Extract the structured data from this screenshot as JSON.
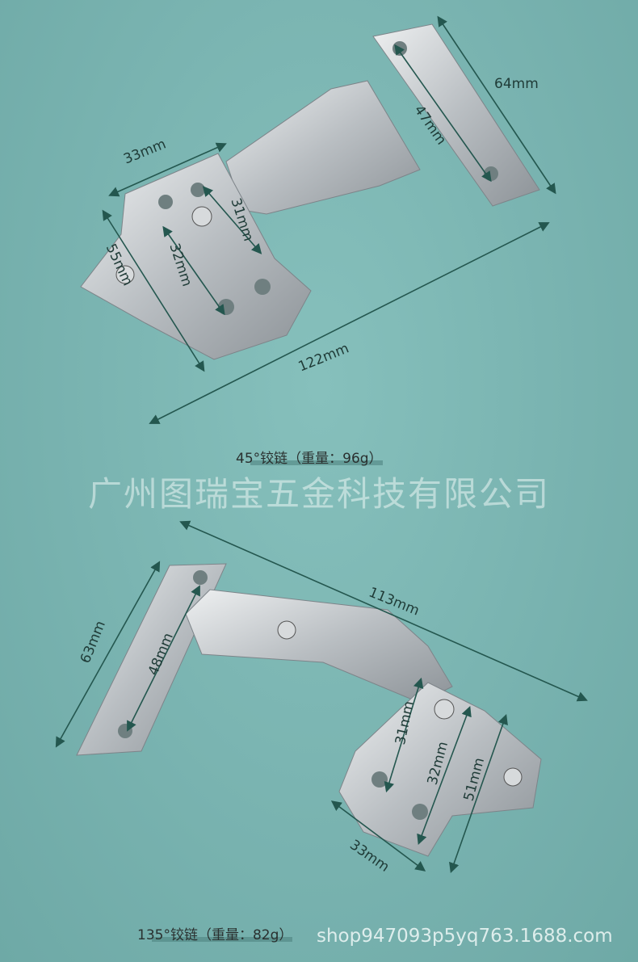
{
  "top_hinge": {
    "dimensions": [
      "64mm",
      "47mm",
      "33mm",
      "31mm",
      "32mm",
      "55mm",
      "122mm"
    ],
    "caption": "45°铰链（重量：96g）"
  },
  "company_watermark": "广州图瑞宝五金科技有限公司",
  "bottom_hinge": {
    "dimensions": [
      "113mm",
      "63mm",
      "48mm",
      "31mm",
      "32mm",
      "51mm",
      "33mm"
    ],
    "caption": "135°铰链（重量：82g）"
  },
  "shop_watermark": "shop947093p5yq763.1688.com",
  "colors": {
    "background": "#7ab5b2",
    "dimension_line": "#24574f",
    "metal": "#c9cdd0"
  }
}
